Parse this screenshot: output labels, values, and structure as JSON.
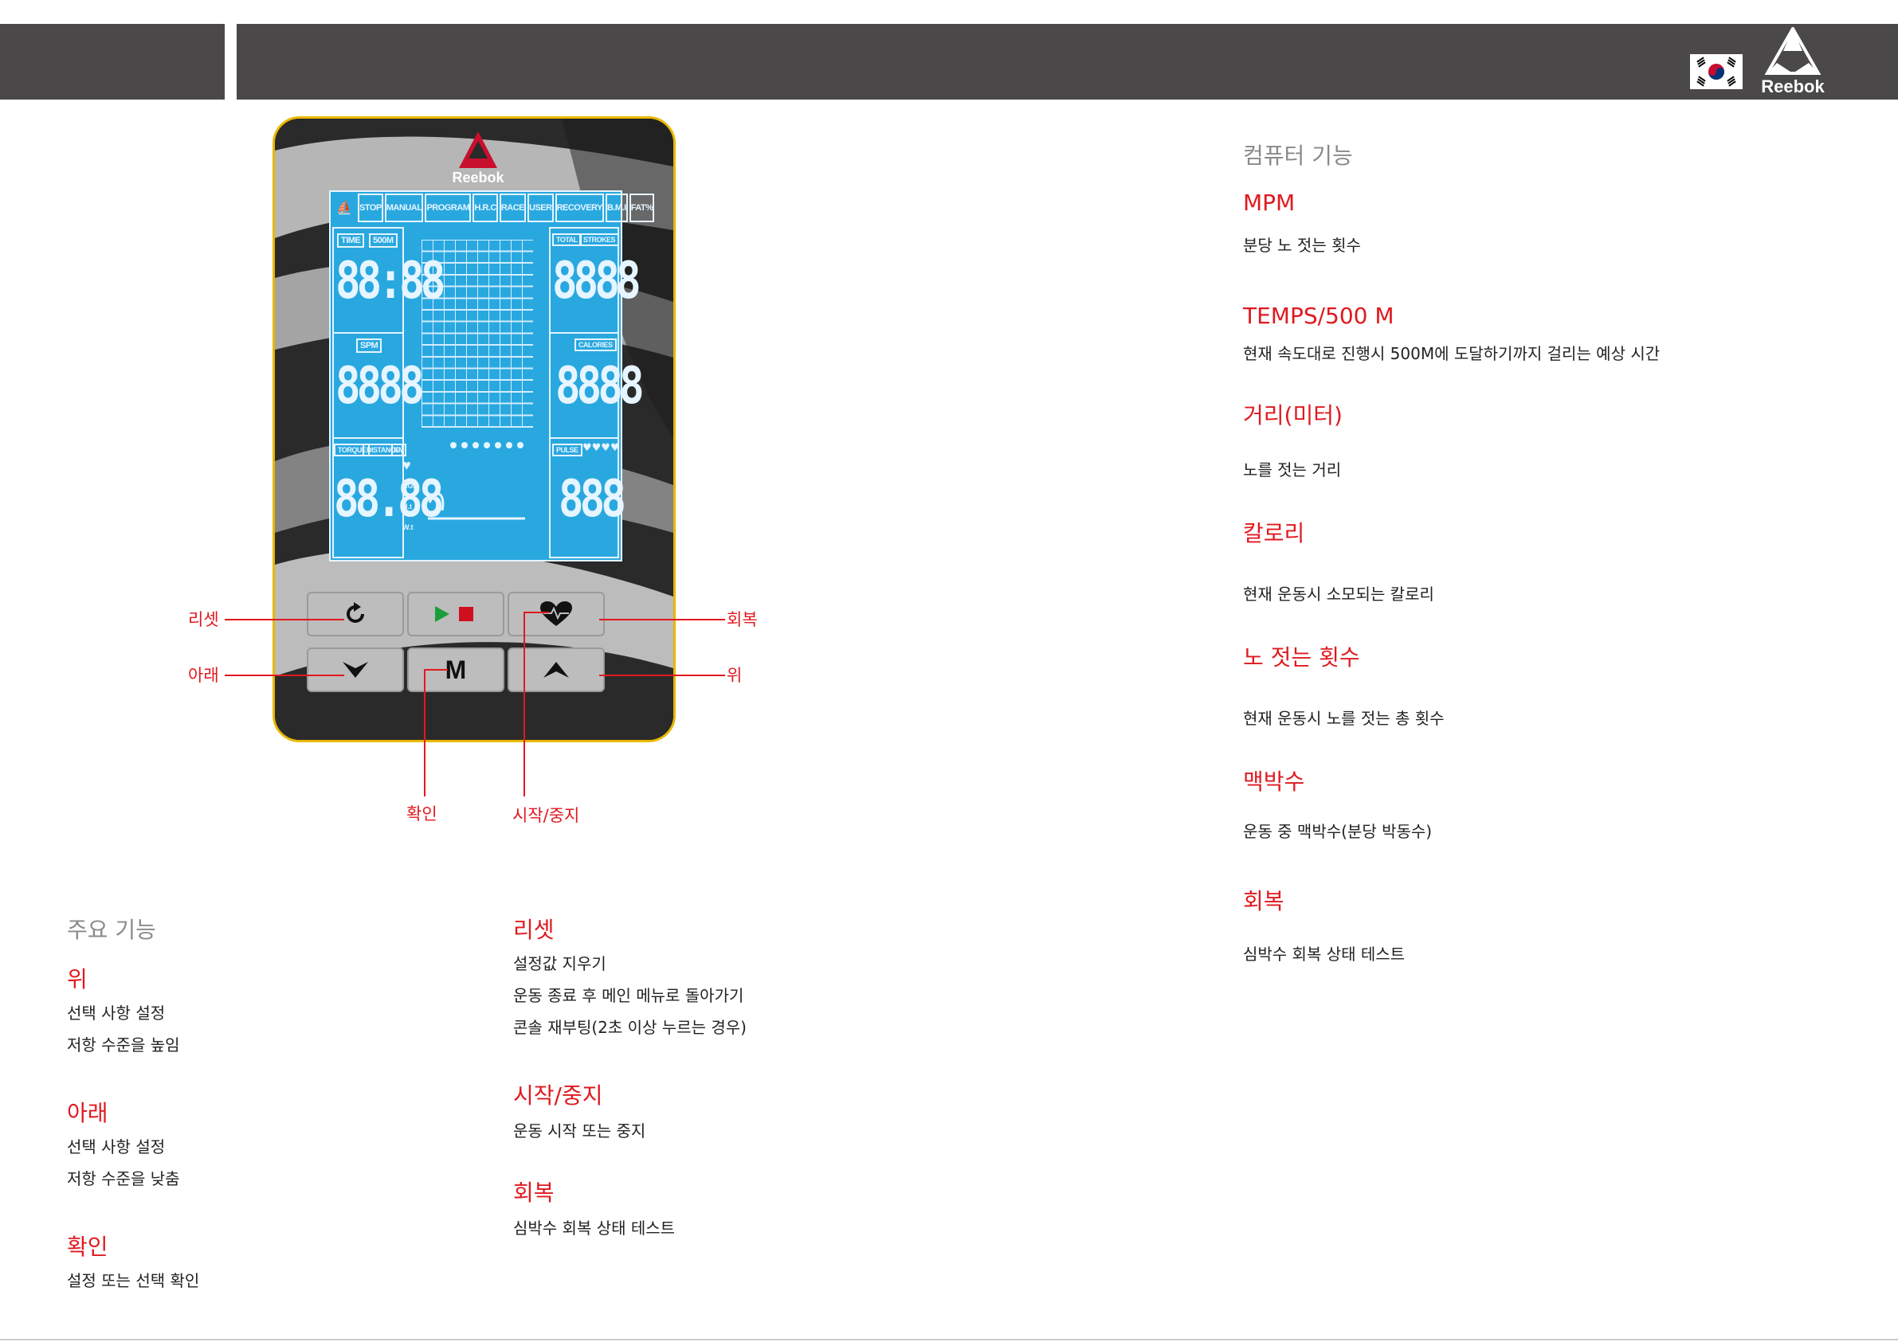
{
  "brand": {
    "name": "Reebok"
  },
  "console": {
    "logo": "Reebok",
    "lcd_modes": [
      "STOP",
      "MANUAL",
      "PROGRAM",
      "H.R.C",
      "RACE",
      "USER",
      "RECOVERY",
      "B.M.I",
      "FAT%"
    ],
    "lcd_labels": {
      "time": "TIME",
      "per500m": "500M",
      "total": "TOTAL",
      "strokes": "STROKES",
      "spm": "SPM",
      "calories": "CALORIES",
      "torque": "TORQUE",
      "distance": "DISTANCE",
      "km": "KM",
      "pulse": "PULSE",
      "age": "AGE",
      "ht": "H.t",
      "wt": "W.t"
    },
    "lcd_digits": {
      "time": "88:88",
      "strokes": "8888",
      "spm": "8888",
      "calories": "8888",
      "distance": "88.88",
      "pulse": "888"
    },
    "button_m": "M"
  },
  "callouts": {
    "reset": "리셋",
    "down": "아래",
    "recovery": "회복",
    "up": "위",
    "confirm": "확인",
    "start_stop": "시작/중지"
  },
  "main_functions": {
    "title": "주요 기능",
    "up": {
      "title": "위",
      "lines": [
        "선택 사항 설정",
        "저항 수준을 높임"
      ]
    },
    "down": {
      "title": "아래",
      "lines": [
        "선택 사항 설정",
        "저항 수준을 낮춤"
      ]
    },
    "confirm": {
      "title": "확인",
      "lines": [
        "설정 또는 선택 확인"
      ]
    },
    "reset": {
      "title": "리셋",
      "lines": [
        "설정값 지우기",
        "운동 종료 후 메인 메뉴로 돌아가기",
        "콘솔 재부팅(2초 이상 누르는 경우)"
      ]
    },
    "start_stop": {
      "title": "시작/중지",
      "lines": [
        "운동 시작 또는 중지"
      ]
    },
    "recovery": {
      "title": "회복",
      "lines": [
        "심박수 회복 상태 테스트"
      ]
    }
  },
  "computer_functions": {
    "title": "컴퓨터 기능",
    "items": [
      {
        "title": "MPM",
        "text": "분당 노 젓는 횟수"
      },
      {
        "title": "TEMPS/500 M",
        "text": "현재 속도대로 진행시 500M에 도달하기까지 걸리는 예상 시간"
      },
      {
        "title": "거리(미터)",
        "text": "노를 젓는 거리"
      },
      {
        "title": "칼로리",
        "text": "현재 운동시 소모되는 칼로리"
      },
      {
        "title": "노 젓는 횟수",
        "text": "현재 운동시 노를 젓는 총 횟수"
      },
      {
        "title": "맥박수",
        "text": "운동 중 맥박수(분당 박동수)"
      },
      {
        "title": "회복",
        "text": "심박수 회복 상태 테스트"
      }
    ]
  },
  "colors": {
    "header": "#4a4849",
    "accent_red": "#e0191f",
    "lcd_blue": "#29a8e0",
    "section_gray": "#8a8a8a"
  }
}
